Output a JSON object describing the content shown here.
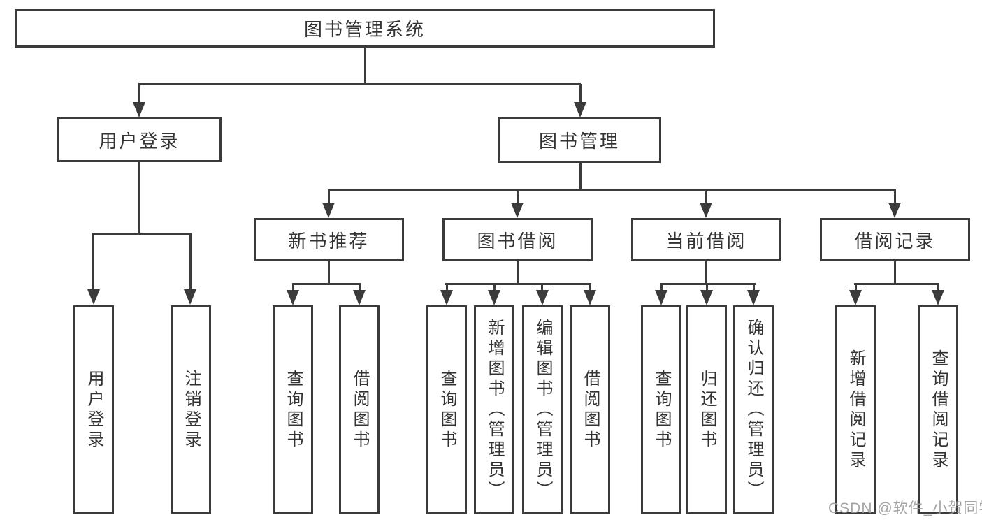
{
  "diagram_title": "图书管理系统",
  "colors": {
    "line": "#3b3b3b",
    "text": "#333333",
    "background": "#ffffff",
    "watermark": "#9c9c9c"
  },
  "watermark": "CSDN @软件_小贺同学",
  "tree": {
    "label": "图书管理系统",
    "children": [
      {
        "label": "用户登录",
        "children": [
          {
            "label": "用户登录"
          },
          {
            "label": "注销登录"
          }
        ]
      },
      {
        "label": "图书管理",
        "children": [
          {
            "label": "新书推荐",
            "children": [
              {
                "label": "查询图书"
              },
              {
                "label": "借阅图书"
              }
            ]
          },
          {
            "label": "图书借阅",
            "children": [
              {
                "label": "查询图书"
              },
              {
                "label": "新增图书（管理员）"
              },
              {
                "label": "编辑图书（管理员）"
              },
              {
                "label": "借阅图书"
              }
            ]
          },
          {
            "label": "当前借阅",
            "children": [
              {
                "label": "查询图书"
              },
              {
                "label": "归还图书"
              },
              {
                "label": "确认归还（管理员）"
              }
            ]
          },
          {
            "label": "借阅记录",
            "children": [
              {
                "label": "新增借阅记录"
              },
              {
                "label": "查询借阅记录"
              }
            ]
          }
        ]
      }
    ]
  }
}
